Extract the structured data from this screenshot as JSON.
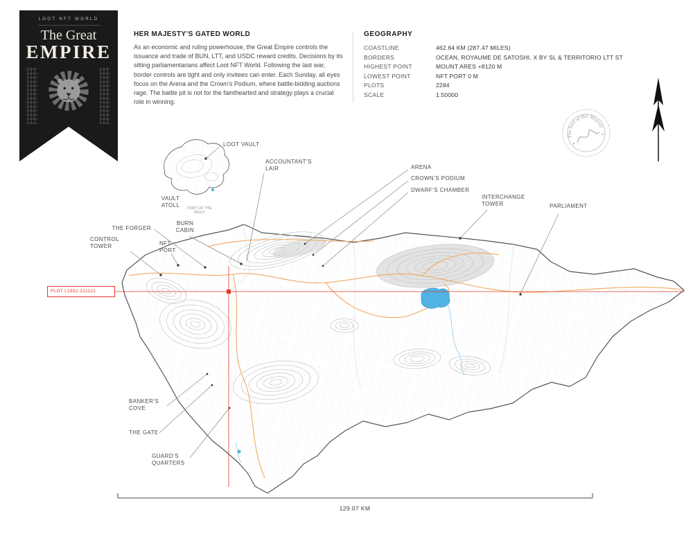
{
  "banner": {
    "brand": "LOOT NFT WORLD",
    "title_top": "The Great",
    "title_main": "EMPIRE"
  },
  "intro": {
    "heading": "HER MAJESTY’S GATED WORLD",
    "body": "As an economic and ruling powerhouse, the Great Empire controls the issuance and trade of BUN, LTT, and USDC reward credits. Decisions by its sitting parliamentarians affect Loot NFT World. Following the last war, border controls are tight and only invitees can enter. Each Sunday, all eyes focus on the Arena and the Crown’s Podium, where battle-bidding auctions rage. The battle pit is not for the fainthearted and strategy plays a crucial role in winning."
  },
  "geography": {
    "heading": "GEOGRAPHY",
    "rows": [
      {
        "label": "COASTLINE",
        "value": "462.64 KM (287.47 MILES)"
      },
      {
        "label": "BORDERS",
        "value": "OCEAN, ROYAUME DE SATOSHI, X BY SL & TERRITORIO LTT ST"
      },
      {
        "label": "HIGHEST POINT",
        "value": "MOUNT ARES +8120 M"
      },
      {
        "label": "LOWEST POINT",
        "value": "NFT PORT  0 M"
      },
      {
        "label": "PLOTS",
        "value": "2284"
      },
      {
        "label": "SCALE",
        "value": "1:50000"
      }
    ]
  },
  "seal": {
    "text": "The Seal of Her Majesty"
  },
  "map": {
    "plot_label": "PLOT L1932-221121",
    "scale_label": "129.07 KM",
    "labels": {
      "loot_vault": "LOOT VAULT",
      "vault_atoll": "VAULT ATOLL",
      "port_of_the_vault": "PORT OF THE VAULT",
      "accountants_lair": "ACCOUNTANT’S LAIR",
      "arena": "ARENA",
      "crowns_podium": "CROWN’S PODIUM",
      "dwarfs_chamber": "DWARF’S CHAMBER",
      "interchange_tower": "INTERCHANGE TOWER",
      "parliament": "PARLIAMENT",
      "the_forger": "THE FORGER",
      "burn_cabin": "BURN CABIN",
      "control_tower": "CONTROL TOWER",
      "nft_port": "NFT PORT",
      "bankers_cove": "BANKER’S COVE",
      "the_gate": "THE GATE",
      "guards_quarters": "GUARD’S QUARTERS"
    },
    "colors": {
      "road": "#f0a85e",
      "water": "#4fb3e3",
      "contour": "#c4c4c4",
      "plot_marker": "#e0392e"
    }
  }
}
